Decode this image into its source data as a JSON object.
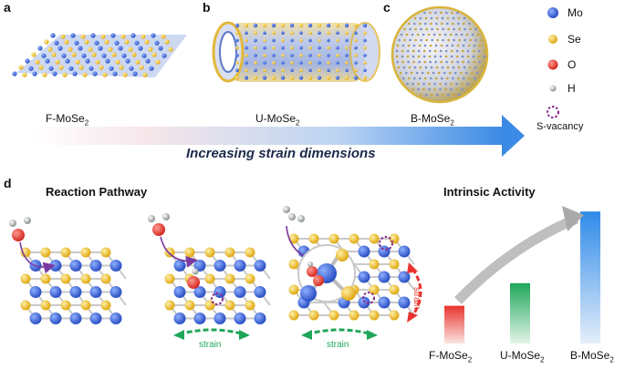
{
  "panels": {
    "a": "a",
    "b": "b",
    "c": "c",
    "d": "d"
  },
  "labels": {
    "f_mose2": "F-MoSe",
    "u_mose2": "U-MoSe",
    "b_mose2": "B-MoSe",
    "subscript": "2"
  },
  "arrow_text": "Increasing strain dimensions",
  "legend": [
    {
      "label": "Mo",
      "color": "#3a62d6"
    },
    {
      "label": "Se",
      "color": "#f2c024"
    },
    {
      "label": "O",
      "color": "#e8332e"
    },
    {
      "label": "H",
      "color": "#9aa3a0"
    },
    {
      "label": "S-vacancy",
      "color": "#8a2a8a"
    }
  ],
  "section_titles": {
    "pathway": "Reaction Pathway",
    "activity": "Intrinsic Activity"
  },
  "strain_labels": {
    "green_1": "strain",
    "green_2": "strain",
    "red": "strain"
  },
  "chart_data": {
    "type": "bar",
    "title": "Intrinsic Activity",
    "categories": [
      "F-MoSe2",
      "U-MoSe2",
      "B-MoSe2"
    ],
    "values": [
      1,
      1.6,
      3.5
    ],
    "colors": [
      "#e8332e",
      "#1fa65a",
      "#2f8ae8"
    ],
    "ylim": [
      0,
      3.6
    ]
  }
}
